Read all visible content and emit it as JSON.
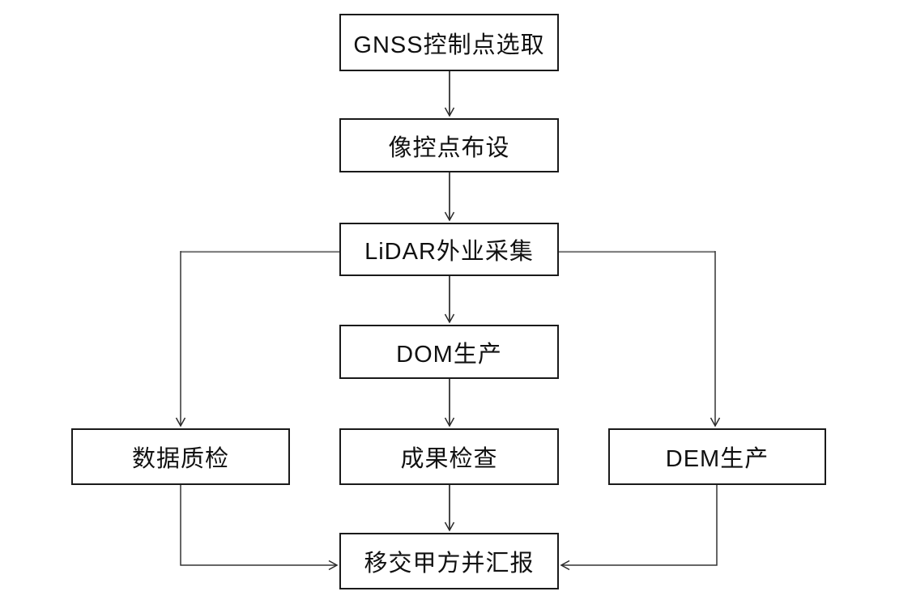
{
  "diagram": {
    "type": "flowchart",
    "nodes": [
      {
        "id": "gnss-control-point-selection",
        "label": "GNSS控制点选取"
      },
      {
        "id": "image-control-point-layout",
        "label": "像控点布设"
      },
      {
        "id": "lidar-field-collection",
        "label": "LiDAR外业采集"
      },
      {
        "id": "dom-production",
        "label": "DOM生产"
      },
      {
        "id": "data-quality-check",
        "label": "数据质检"
      },
      {
        "id": "result-inspection",
        "label": "成果检查"
      },
      {
        "id": "dem-production",
        "label": "DEM生产"
      },
      {
        "id": "handover-to-client-and-report",
        "label": "移交甲方并汇报"
      }
    ],
    "edges": [
      {
        "from": "GNSS控制点选取",
        "to": "像控点布设"
      },
      {
        "from": "像控点布设",
        "to": "LiDAR外业采集"
      },
      {
        "from": "LiDAR外业采集",
        "to": "DOM生产"
      },
      {
        "from": "LiDAR外业采集",
        "to": "数据质检"
      },
      {
        "from": "LiDAR外业采集",
        "to": "DEM生产"
      },
      {
        "from": "DOM生产",
        "to": "成果检查"
      },
      {
        "from": "成果检查",
        "to": "移交甲方并汇报"
      },
      {
        "from": "数据质检",
        "to": "移交甲方并汇报"
      },
      {
        "from": "DEM生产",
        "to": "移交甲方并汇报"
      }
    ],
    "colors": {
      "background": "#ffffff",
      "box_border": "#1a1a1a",
      "text": "#111111",
      "connector": "#333333",
      "branch_horizontal": "#828282"
    }
  }
}
